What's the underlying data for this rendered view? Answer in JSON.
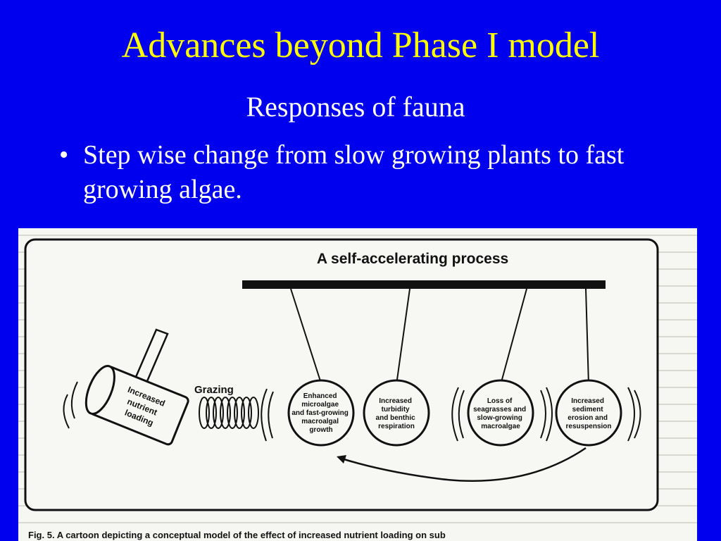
{
  "slide": {
    "title": "Advances beyond Phase I model",
    "subtitle": "Responses of fauna",
    "bullets": [
      {
        "text": "Step wise change from slow growing plants to fast growing algae."
      }
    ]
  },
  "figure": {
    "panel_title": "A self-accelerating process",
    "can_label": [
      "Increased",
      "nutrient",
      "loading"
    ],
    "grazing_label": "Grazing",
    "circles": [
      {
        "lines": [
          "Enhanced",
          "microalgae",
          "and fast-growing",
          "macroalgal",
          "growth"
        ]
      },
      {
        "lines": [
          "Increased",
          "turbidity",
          "and benthic",
          "respiration"
        ]
      },
      {
        "lines": [
          "Loss of",
          "seagrasses and",
          "slow-growing",
          "macroalgae"
        ]
      },
      {
        "lines": [
          "Increased",
          "sediment",
          "erosion and",
          "resuspension"
        ]
      }
    ],
    "caption": "Fig. 5. A cartoon depicting a conceptual model of the effect of increased nutrient loading on sub"
  }
}
